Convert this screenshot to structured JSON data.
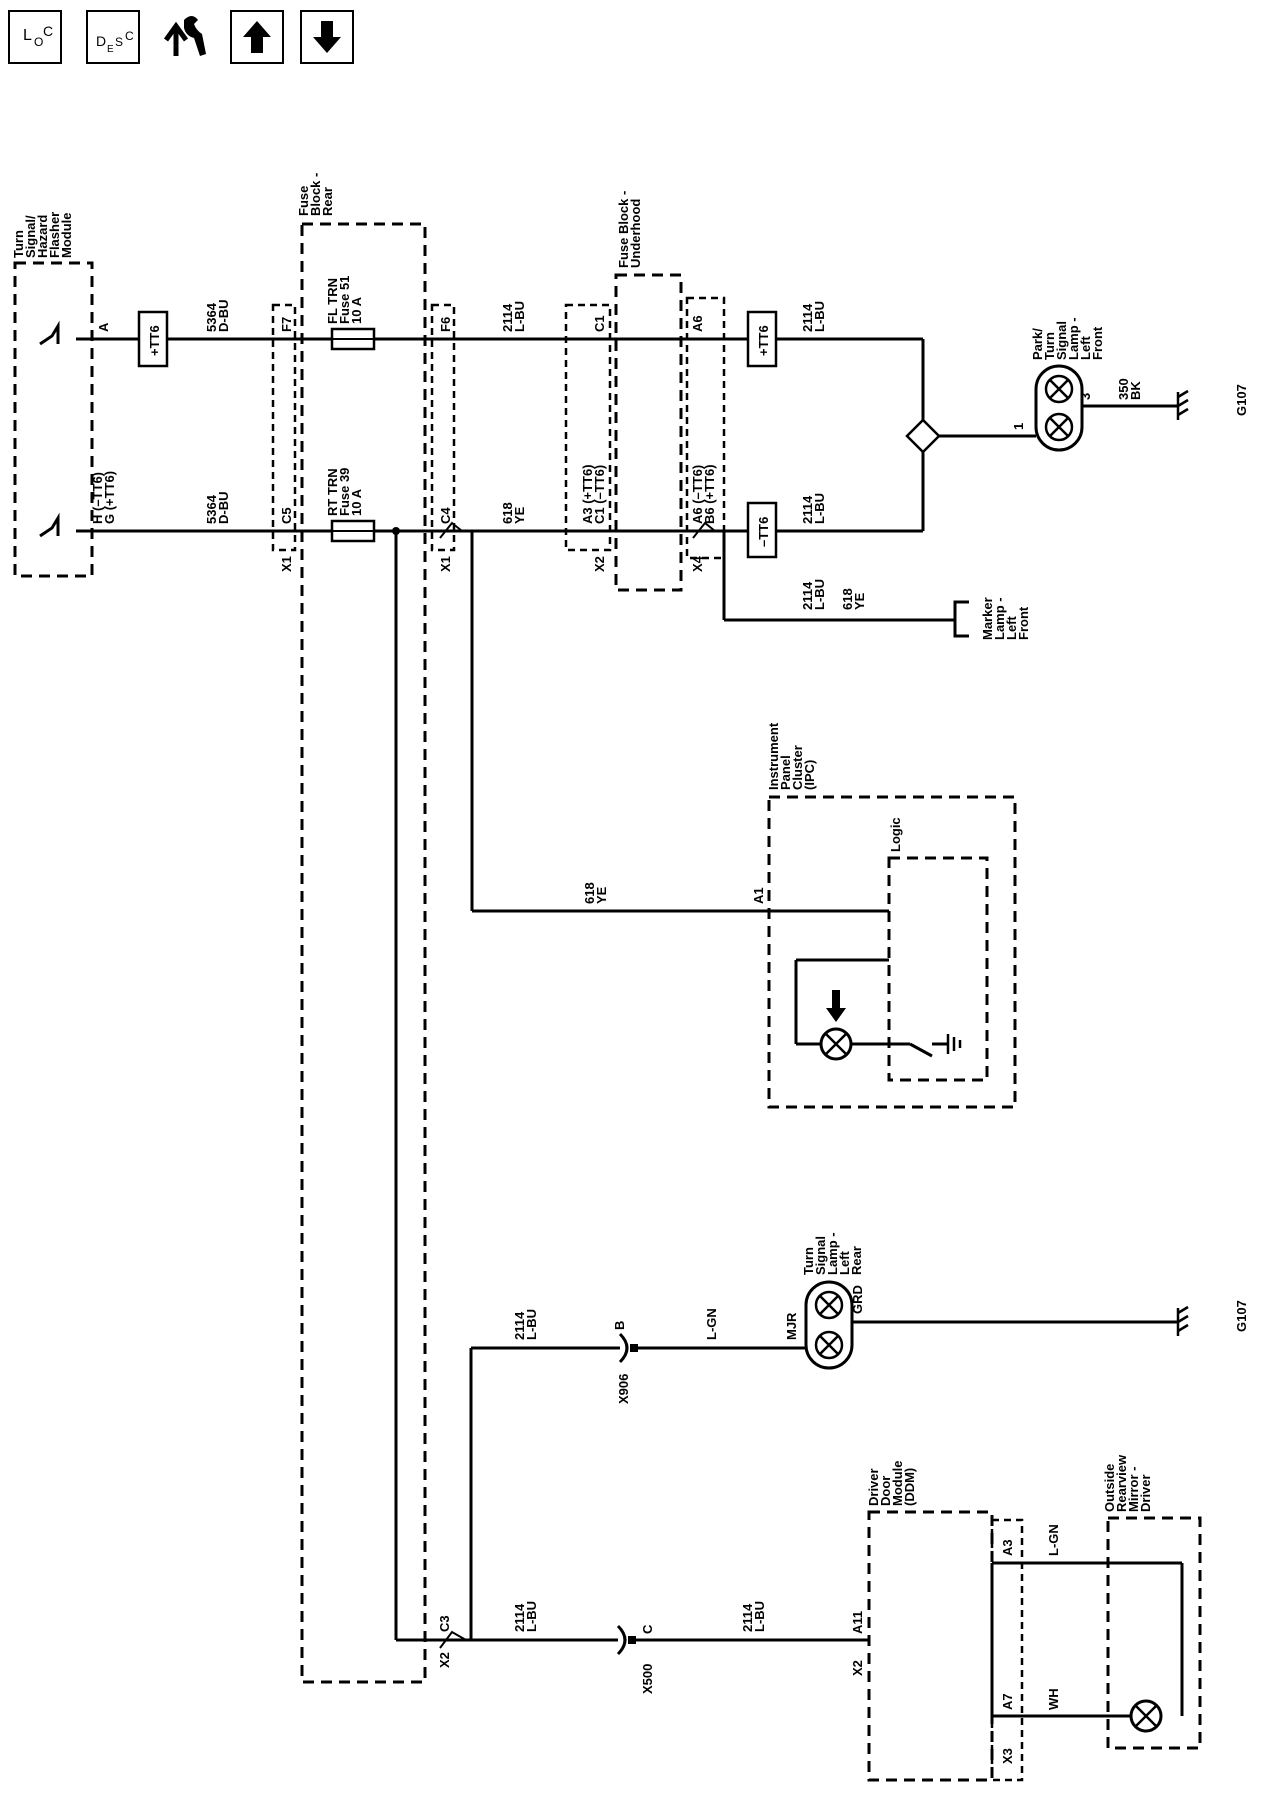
{
  "toolbar": {
    "loc": {
      "l": "L",
      "o": "O",
      "c": "C"
    },
    "desc": {
      "d": "D",
      "e": "E",
      "s": "S",
      "c": "C"
    },
    "buttons": [
      "locator-view-button",
      "description-button",
      "connector-end-view-button",
      "page-up-button",
      "page-down-button"
    ]
  },
  "components": {
    "flasher": [
      "Turn",
      "Signal/",
      "Hazard",
      "Flasher",
      "Module"
    ],
    "fuse_block_rear": [
      "Fuse",
      "Block -",
      "Rear"
    ],
    "fuse_block_underhood": [
      "Fuse Block -",
      "Underhood"
    ],
    "park_turn_front": [
      "Park/",
      "Turn",
      "Signal",
      "Lamp -",
      "Left",
      "Front"
    ],
    "marker_lamp": [
      "Marker",
      "Lamp -",
      "Left",
      "Front"
    ],
    "ipc": [
      "Instrument",
      "Panel",
      "Cluster",
      "(IPC)"
    ],
    "logic": "Logic",
    "turn_rear": [
      "Turn",
      "Signal",
      "Lamp -",
      "Left",
      "Rear"
    ],
    "ddm": [
      "Driver",
      "Door",
      "Module",
      "(DDM)"
    ],
    "mirror": [
      "Outside",
      "Rearview",
      "Mirror -",
      "Driver"
    ]
  },
  "fuses": {
    "f51": [
      "FL TRN",
      "Fuse 51",
      "10 A"
    ],
    "f39": [
      "RT TRN",
      "Fuse 39",
      "10 A"
    ]
  },
  "pins": {
    "flasher_a": "A",
    "flasher_h": "H (–TT6)",
    "flasher_g": "G (+TT6)",
    "f7": "F7",
    "c5": "C5",
    "x1a": "X1",
    "f6": "F6",
    "c4": "C4",
    "x1b": "X1",
    "c1": "C1",
    "a3": "A3 (+TT6)",
    "c1b": "C1 (–TT6)",
    "x2a": "X2",
    "a6": "A6",
    "a6b": "A6 (–TT6)",
    "b6": "B6 (+TT6)",
    "x4": "X4",
    "pt1": "1",
    "pt3": "3",
    "ipc_a1": "A1",
    "x906_b": "B",
    "x906": "X906",
    "mjr": "MJR",
    "grd": "GRD",
    "c3": "C3",
    "x2b": "X2",
    "x500_c": "C",
    "x500": "X500",
    "a11": "A11",
    "x2c": "X2",
    "a3d": "A3",
    "a7": "A7",
    "x3": "X3"
  },
  "wires": {
    "w5364_top": [
      "5364",
      "D-BU"
    ],
    "w5364_bot": [
      "5364",
      "D-BU"
    ],
    "w2114_a": [
      "2114",
      "L-BU"
    ],
    "w618_a": [
      "618",
      "YE"
    ],
    "w2114_b": [
      "2114",
      "L-BU"
    ],
    "w2114_c": [
      "2114",
      "L-BU"
    ],
    "w2114_d": [
      "2114",
      "L-BU"
    ],
    "w618_d": [
      "618",
      "YE"
    ],
    "w350": [
      "350",
      "BK"
    ],
    "w618_ipc": [
      "618",
      "YE"
    ],
    "w2114_rear": [
      "2114",
      "L-BU"
    ],
    "wlgn_rear": [
      "L-GN"
    ],
    "w2114_x2": [
      "2114",
      "L-BU"
    ],
    "w2114_ddm": [
      "2114",
      "L-BU"
    ],
    "wlgn_mirror": [
      "L-GN"
    ],
    "wwh_mirror": [
      "WH"
    ]
  },
  "badges": {
    "plus": "+TT6",
    "minus": "–TT6"
  },
  "grounds": {
    "g107_a": "G107",
    "g107_b": "G107"
  }
}
